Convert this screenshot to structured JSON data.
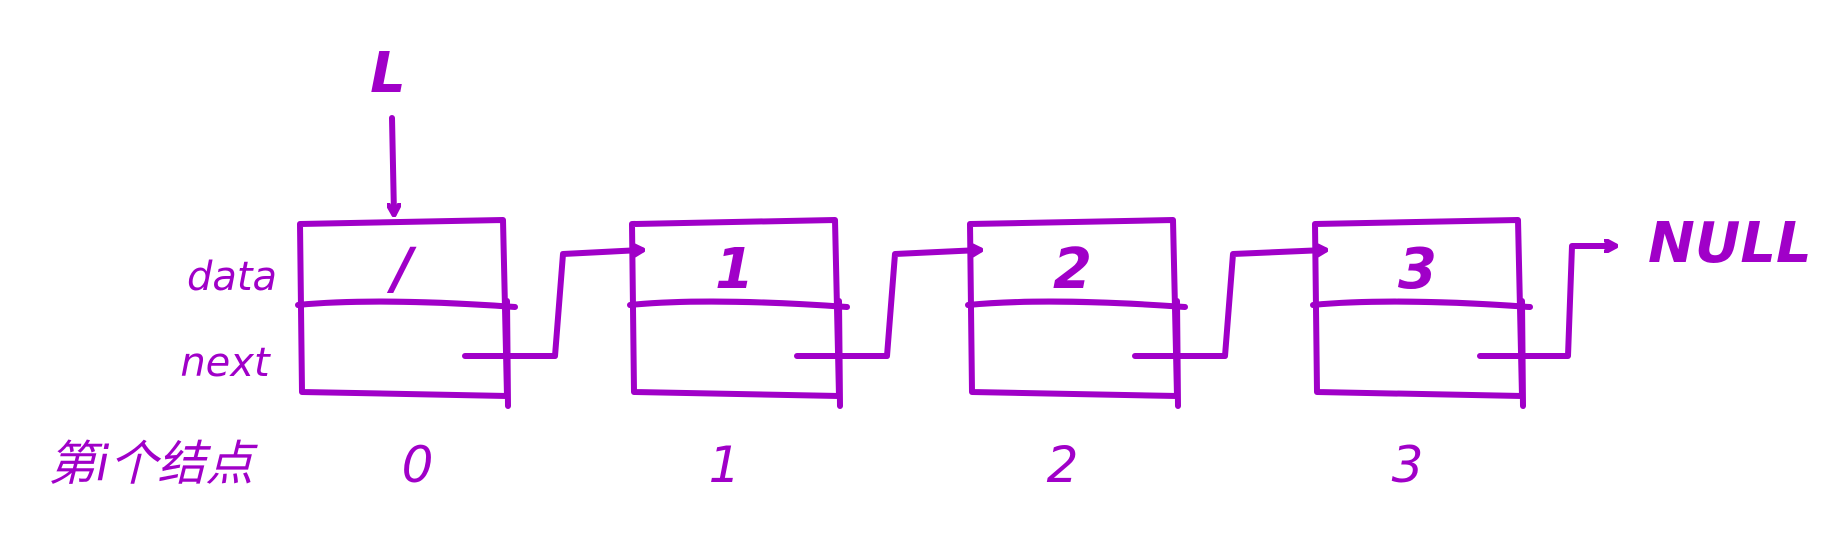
{
  "diagram": {
    "head_pointer": "L",
    "field_labels": {
      "data": "data",
      "next": "next"
    },
    "row_label": "第i个结点",
    "nodes": [
      {
        "data": "/",
        "index": "0"
      },
      {
        "data": "1",
        "index": "1"
      },
      {
        "data": "2",
        "index": "2"
      },
      {
        "data": "3",
        "index": "3"
      }
    ],
    "terminator": "NULL"
  },
  "colors": {
    "ink": "#A000C8",
    "background": "#FFFFFF"
  }
}
